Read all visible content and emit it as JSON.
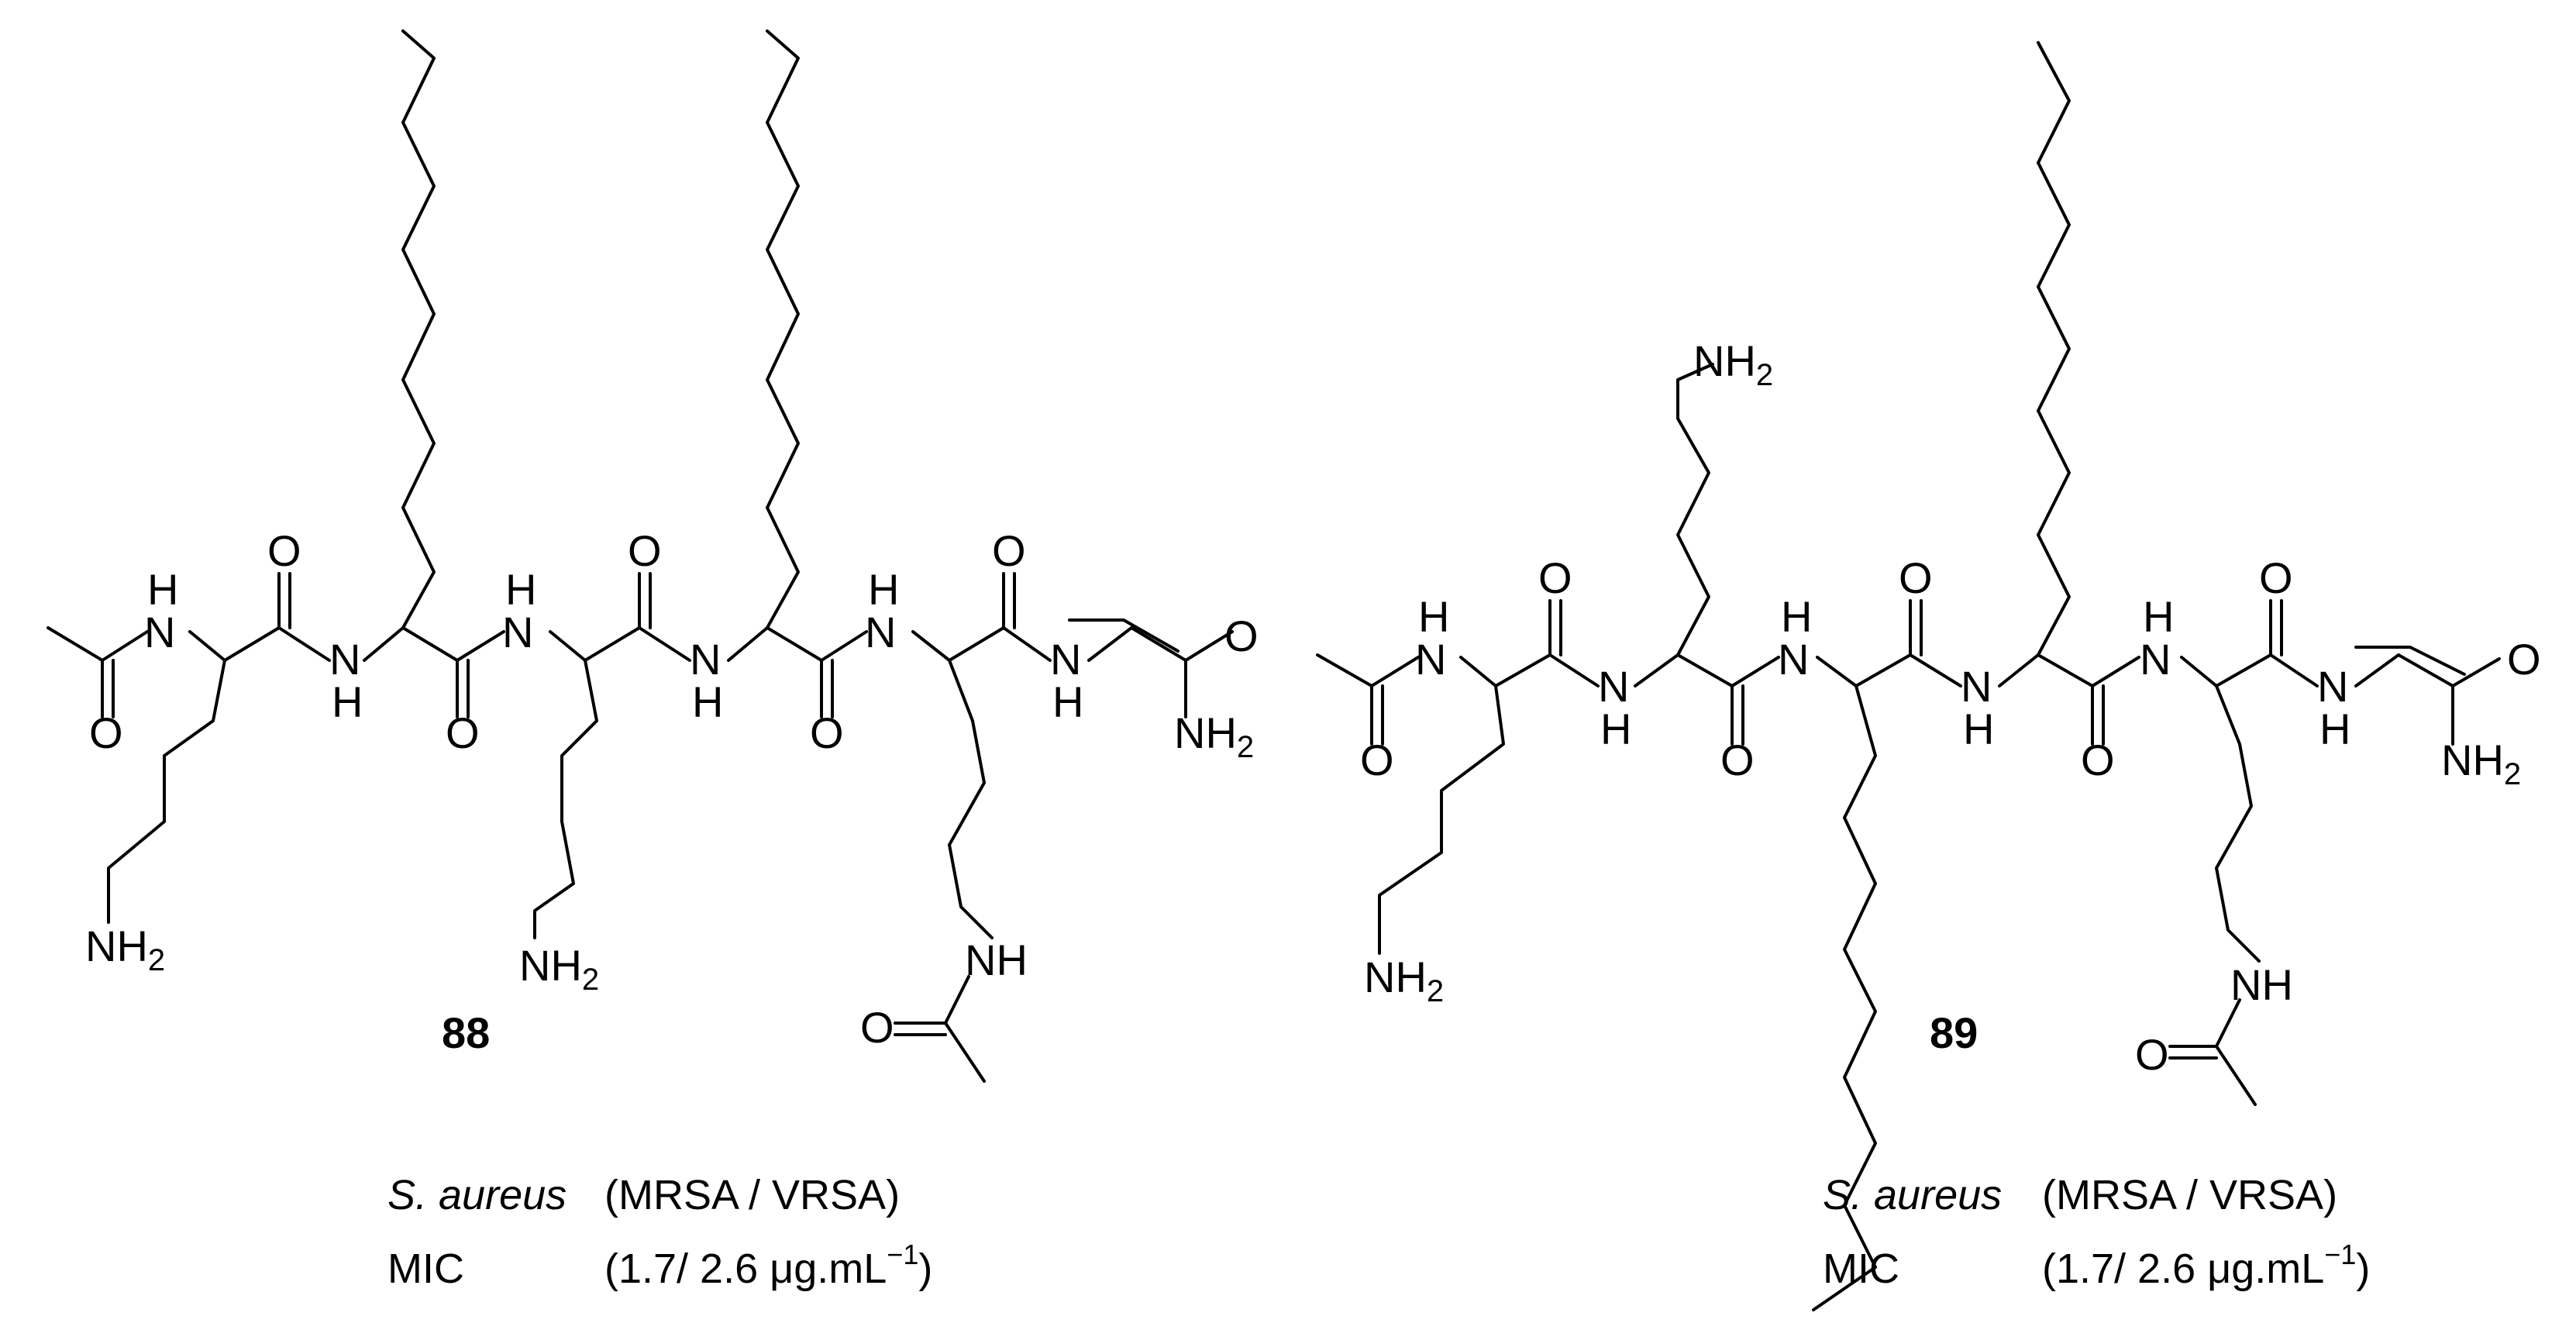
{
  "atoms": {
    "N": "N",
    "H": "H",
    "O": "O",
    "NH": "NH",
    "NH2_main": "NH",
    "NH2_sub": "2"
  },
  "compounds": [
    {
      "id": "88",
      "organism": "S. aureus",
      "strains": "(MRSA / VRSA)",
      "mic_label": "MIC",
      "mic_value": "(1.7/ 2.6 μg.mL",
      "mic_sup": "−1",
      "mic_close": ")"
    },
    {
      "id": "89",
      "organism": "S. aureus",
      "strains": "(MRSA / VRSA)",
      "mic_label": "MIC",
      "mic_value": "(1.7/ 2.6 μg.mL",
      "mic_sup": "−1",
      "mic_close": ")"
    }
  ]
}
